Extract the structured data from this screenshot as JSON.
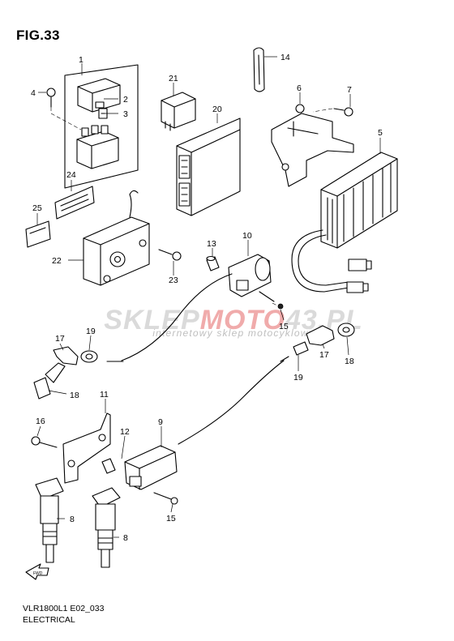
{
  "figure": {
    "title": "FIG.33",
    "model_code": "VLR1800L1 E02_033",
    "section": "ELECTRICAL"
  },
  "watermark": {
    "brand_part1": "SKLEP",
    "brand_part2": "MOTO",
    "brand_part3": "43.PL",
    "tagline": "internetowy sklep motocyklowy"
  },
  "callouts": [
    "1",
    "2",
    "3",
    "4",
    "5",
    "6",
    "7",
    "8",
    "8",
    "9",
    "10",
    "11",
    "12",
    "13",
    "14",
    "15",
    "15",
    "16",
    "17",
    "17",
    "18",
    "18",
    "19",
    "19",
    "20",
    "21",
    "22",
    "23",
    "24",
    "25"
  ],
  "icons": {
    "direction": "forward-arrow-icon",
    "direction_label": "FWD"
  }
}
